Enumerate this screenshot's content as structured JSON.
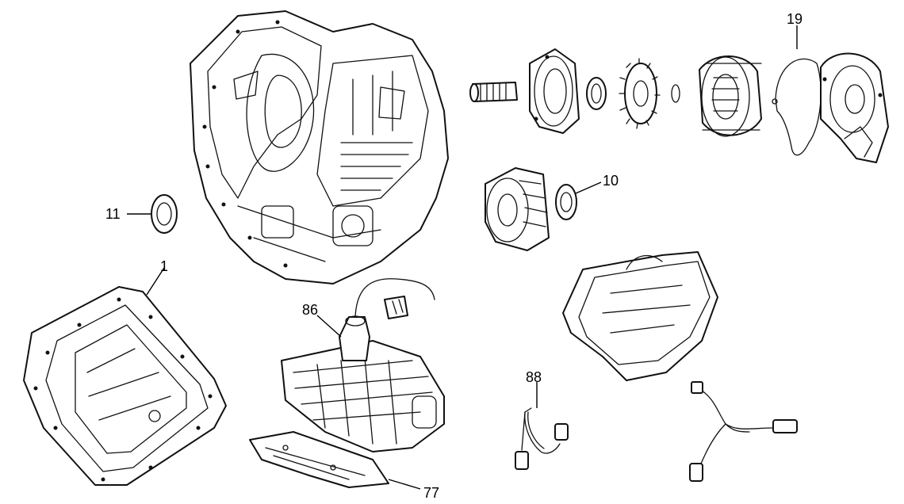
{
  "diagram": {
    "callouts": [
      {
        "id": "19",
        "text": "19"
      },
      {
        "id": "10",
        "text": "10"
      },
      {
        "id": "11",
        "text": "11"
      },
      {
        "id": "1",
        "text": "1"
      },
      {
        "id": "86",
        "text": "86"
      },
      {
        "id": "88",
        "text": "88"
      },
      {
        "id": "77",
        "text": "77"
      }
    ]
  }
}
